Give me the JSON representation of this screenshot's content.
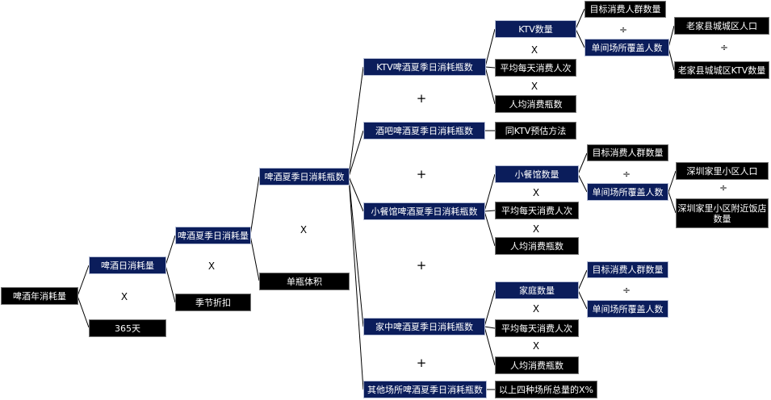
{
  "ops": {
    "times": "X",
    "plus": "+",
    "divide": "÷"
  },
  "nodes": {
    "annual": "啤酒年消耗量",
    "daily": "啤酒日消耗量",
    "days365": "365天",
    "summer_daily": "啤酒夏季日消耗量",
    "season_discount": "季节折扣",
    "summer_bottles": "啤酒夏季日消耗瓶数",
    "bottle_volume": "单瓶体积",
    "ktv_bottles": "KTV啤酒夏季日消耗瓶数",
    "bar_bottles": "酒吧啤酒夏季日消耗瓶数",
    "rest_bottles": "小餐馆啤酒夏季日消耗瓶数",
    "home_bottles": "家中啤酒夏季日消耗瓶数",
    "other_bottles": "其他场所啤酒夏季日消耗瓶数",
    "ktv_count": "KTV数量",
    "ktv_avg_visits": "平均每天消费人次",
    "ktv_avg_bottles": "人均消费瓶数",
    "bar_method": "同KTV预估方法",
    "rest_count": "小餐馆数量",
    "rest_avg_visits": "平均每天消费人次",
    "rest_avg_bottles": "人均消费瓶数",
    "home_count": "家庭数量",
    "home_avg_visits": "平均每天消费人次",
    "home_avg_bottles": "人均消费瓶数",
    "other_share": "以上四种场所总量的X%",
    "ktv_target": "目标消费人群数量",
    "ktv_cover": "单间场所覆盖人数",
    "ktv_pop": "老家县城城区人口",
    "ktv_num": "老家县城城区KTV数量",
    "rest_target": "目标消费人群数量",
    "rest_cover": "单间场所覆盖人数",
    "rest_pop": "深圳家里小区人口",
    "rest_num": "深圳家里小区附近饭店数量",
    "home_target": "目标消费人群数量",
    "home_cover": "单间场所覆盖人数"
  }
}
